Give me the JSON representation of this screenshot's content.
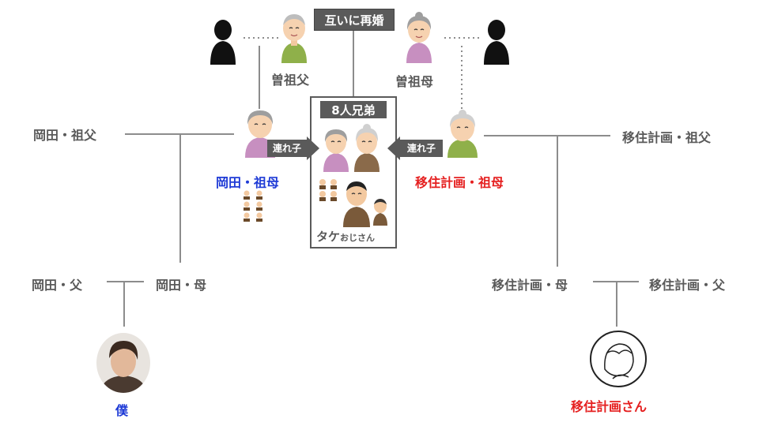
{
  "top": {
    "remarriage_label": "互いに再婚",
    "great_grandfather": "曽祖父",
    "great_grandmother": "曽祖母"
  },
  "siblings_box": {
    "title": "8人兄弟",
    "uncle_label": "タケ",
    "uncle_suffix": "おじさん"
  },
  "arrows": {
    "left_label": "連れ子",
    "right_label": "連れ子"
  },
  "okada_side": {
    "grandfather": "岡田・祖父",
    "grandmother": "岡田・祖母",
    "father": "岡田・父",
    "mother": "岡田・母",
    "me": "僕"
  },
  "ijuu_side": {
    "grandfather": "移住計画・祖父",
    "grandmother": "移住計画・祖母",
    "mother": "移住計画・母",
    "father": "移住計画・父",
    "person": "移住計画さん"
  },
  "colors": {
    "line": "#8c8c8c",
    "label_gray": "#595959",
    "blue": "#1f3bd6",
    "red": "#e51f1f",
    "banner_bg": "#5a5a5a",
    "elder_purple": "#c78fc0",
    "elder_green": "#8fb04a"
  }
}
